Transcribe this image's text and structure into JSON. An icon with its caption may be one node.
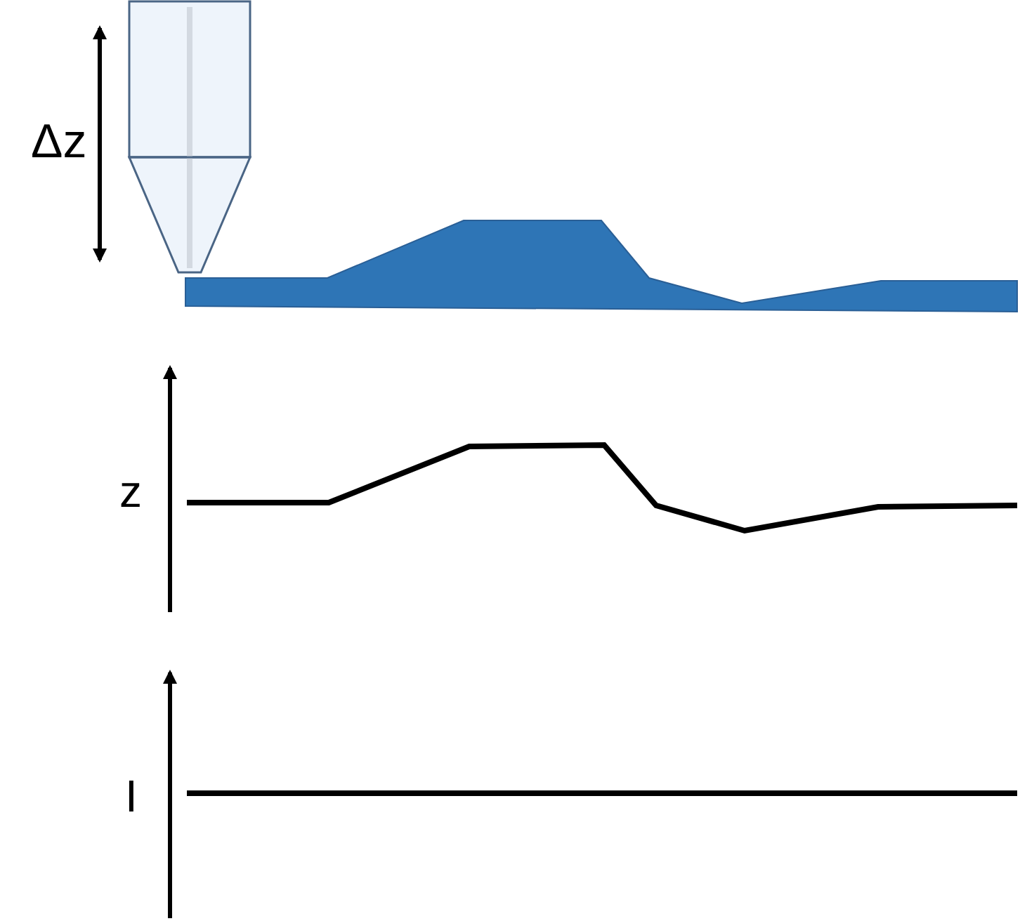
{
  "diagram": {
    "labels": [
      "Δz",
      "z",
      "I"
    ]
  }
}
